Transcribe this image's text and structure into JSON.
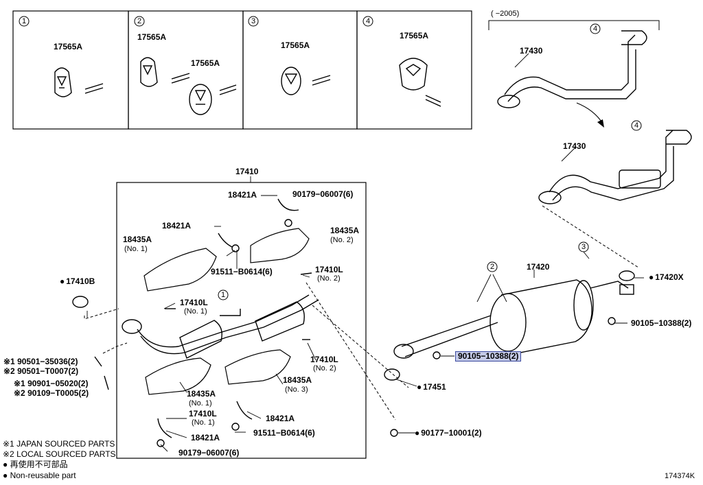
{
  "insets": [
    {
      "num": "1",
      "labels": [
        "17565A"
      ]
    },
    {
      "num": "2",
      "labels": [
        "17565A",
        "17565A"
      ]
    },
    {
      "num": "3",
      "labels": [
        "17565A"
      ]
    },
    {
      "num": "4",
      "labels": [
        "17565A"
      ]
    }
  ],
  "range_note": "(      −2005)",
  "parts": {
    "p17430a": "17430",
    "p17430b": "17430",
    "p17410": "17410",
    "p17420": "17420",
    "p18421A_1": "18421A",
    "p90179_1": "90179−06007(6)",
    "p18421A_2": "18421A",
    "p18435A_1": "18435A",
    "p18435A_1_sub": "(No. 1)",
    "p18435A_2": "18435A",
    "p18435A_2_sub": "(No. 2)",
    "p91511_1": "91511−B0614(6)",
    "p17410L_2": "17410L",
    "p17410L_2_sub": "(No. 2)",
    "p17410L_1": "17410L",
    "p17410L_1_sub": "(No. 1)",
    "p17410B": "17410B",
    "p17410L_2b": "17410L",
    "p17410L_2b_sub": "(No. 2)",
    "p18435A_3": "18435A",
    "p18435A_3_sub": "(No. 3)",
    "p18435A_1b": "18435A",
    "p18435A_1b_sub": "(No. 1)",
    "p17410L_1b": "17410L",
    "p17410L_1b_sub": "(No. 1)",
    "p18421A_3": "18421A",
    "p91511_2": "91511−B0614(6)",
    "p18421A_4": "18421A",
    "p90179_2": "90179−06007(6)",
    "p17420X": "17420X",
    "p90105_a": "90105−10388(2)",
    "p90105_b": "90105−10388(2)",
    "p17451": "17451",
    "p90177": "90177−10001(2)",
    "p90501_1": "※1 90501−35036(2)",
    "p90501_2": "※2 90501−T0007(2)",
    "p90901_1": "※1 90901−05020(2)",
    "p90109_2": "※2 90109−T0005(2)"
  },
  "callouts": {
    "c1": "1",
    "c2": "2",
    "c3": "3",
    "c4a": "4",
    "c4b": "4"
  },
  "legend": {
    "l1": "※1 JAPAN SOURCED PARTS",
    "l2": "※2 LOCAL SOURCED PARTS",
    "l3": "● 再使用不可部品",
    "l4": "● Non-reusable part"
  },
  "code": "174374K",
  "colors": {
    "highlight": "#c5cbe8",
    "line": "#000000"
  }
}
